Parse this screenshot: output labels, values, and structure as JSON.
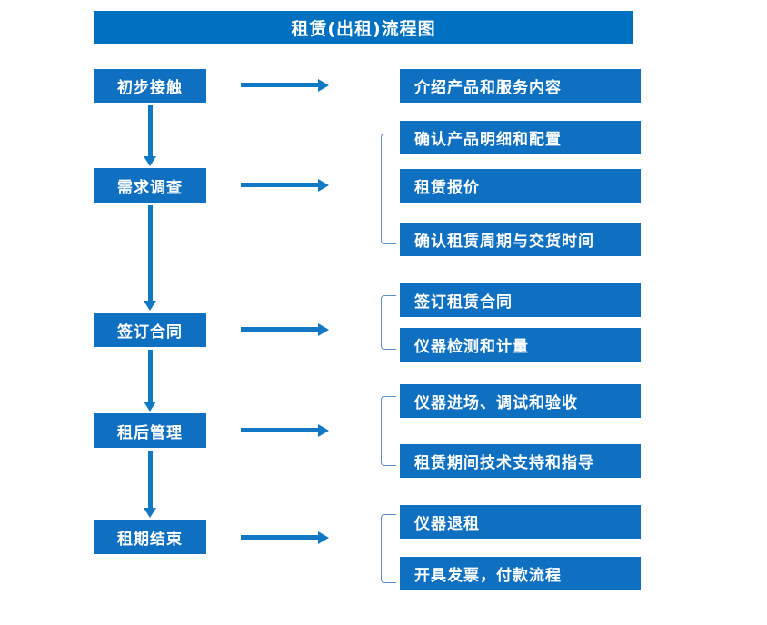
{
  "title": "租赁(出租)流程图",
  "colors": {
    "title_bg": "#0070c0",
    "box_bg": "#0f6fc0",
    "arrow": "#1179c4",
    "bracket": "#5b8fc9",
    "box_text": "#ffffff"
  },
  "stages": [
    {
      "label": "初步接触"
    },
    {
      "label": "需求调查"
    },
    {
      "label": "签订合同"
    },
    {
      "label": "租后管理"
    },
    {
      "label": "租期结束"
    }
  ],
  "details": [
    {
      "label": "介绍产品和服务内容"
    },
    {
      "label": "确认产品明细和配置"
    },
    {
      "label": "租赁报价"
    },
    {
      "label": "确认租赁周期与交货时间"
    },
    {
      "label": "签订租赁合同"
    },
    {
      "label": "仪器检测和计量"
    },
    {
      "label": "仪器进场、调试和验收"
    },
    {
      "label": "租赁期间技术支持和指导"
    },
    {
      "label": "仪器退租"
    },
    {
      "label": "开具发票，付款流程"
    }
  ]
}
